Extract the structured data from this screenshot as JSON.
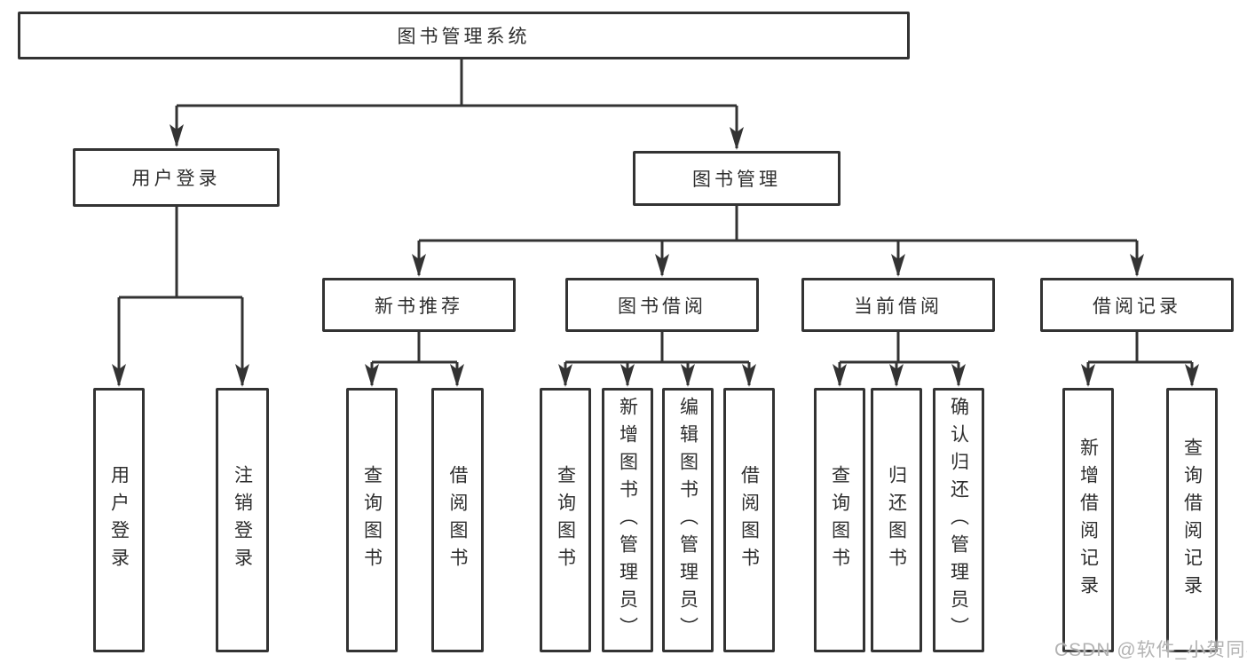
{
  "tree": {
    "label": "图书管理系统",
    "children": [
      {
        "label": "用户登录",
        "children": [
          {
            "label": "用户登录"
          },
          {
            "label": "注销登录"
          }
        ]
      },
      {
        "label": "图书管理",
        "children": [
          {
            "label": "新书推荐",
            "children": [
              {
                "label": "查询图书"
              },
              {
                "label": "借阅图书"
              }
            ]
          },
          {
            "label": "图书借阅",
            "children": [
              {
                "label": "查询图书"
              },
              {
                "label": "新增图书（管理员）"
              },
              {
                "label": "编辑图书（管理员）"
              },
              {
                "label": "借阅图书"
              }
            ]
          },
          {
            "label": "当前借阅",
            "children": [
              {
                "label": "查询图书"
              },
              {
                "label": "归还图书"
              },
              {
                "label": "确认归还（管理员）"
              }
            ]
          },
          {
            "label": "借阅记录",
            "children": [
              {
                "label": "新增借阅记录"
              },
              {
                "label": "查询借阅记录"
              }
            ]
          }
        ]
      }
    ]
  },
  "watermark": {
    "text": "CSDN @软件_小贺同学"
  },
  "colors": {
    "line": "#333333",
    "box_border": "#333333",
    "text": "#2e2e2e",
    "watermark_text": "#b3b3b3",
    "background": "#ffffff"
  }
}
